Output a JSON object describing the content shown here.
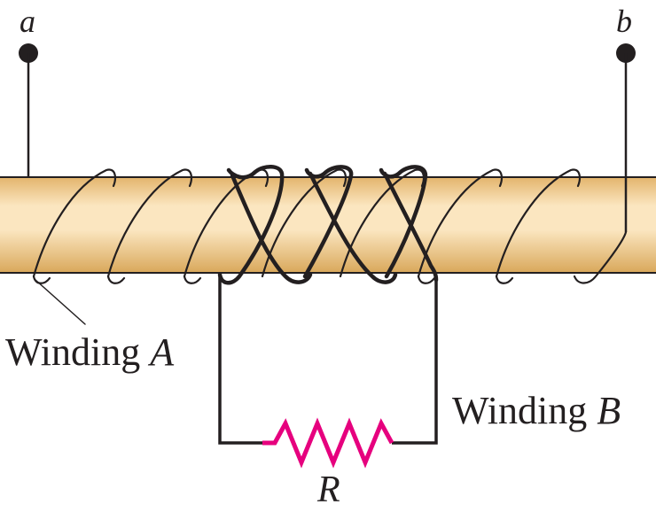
{
  "terminals": {
    "a_label": "a",
    "b_label": "b"
  },
  "windings": {
    "a_word": "Winding",
    "a_letter": "A",
    "b_word": "Winding",
    "b_letter": "B"
  },
  "resistor": {
    "label": "R"
  },
  "colors": {
    "core_light": "#fbe6c0",
    "core_mid": "#efc98a",
    "core_dark": "#d9a85b",
    "wire": "#231f20",
    "resistor": "#e6007e"
  }
}
